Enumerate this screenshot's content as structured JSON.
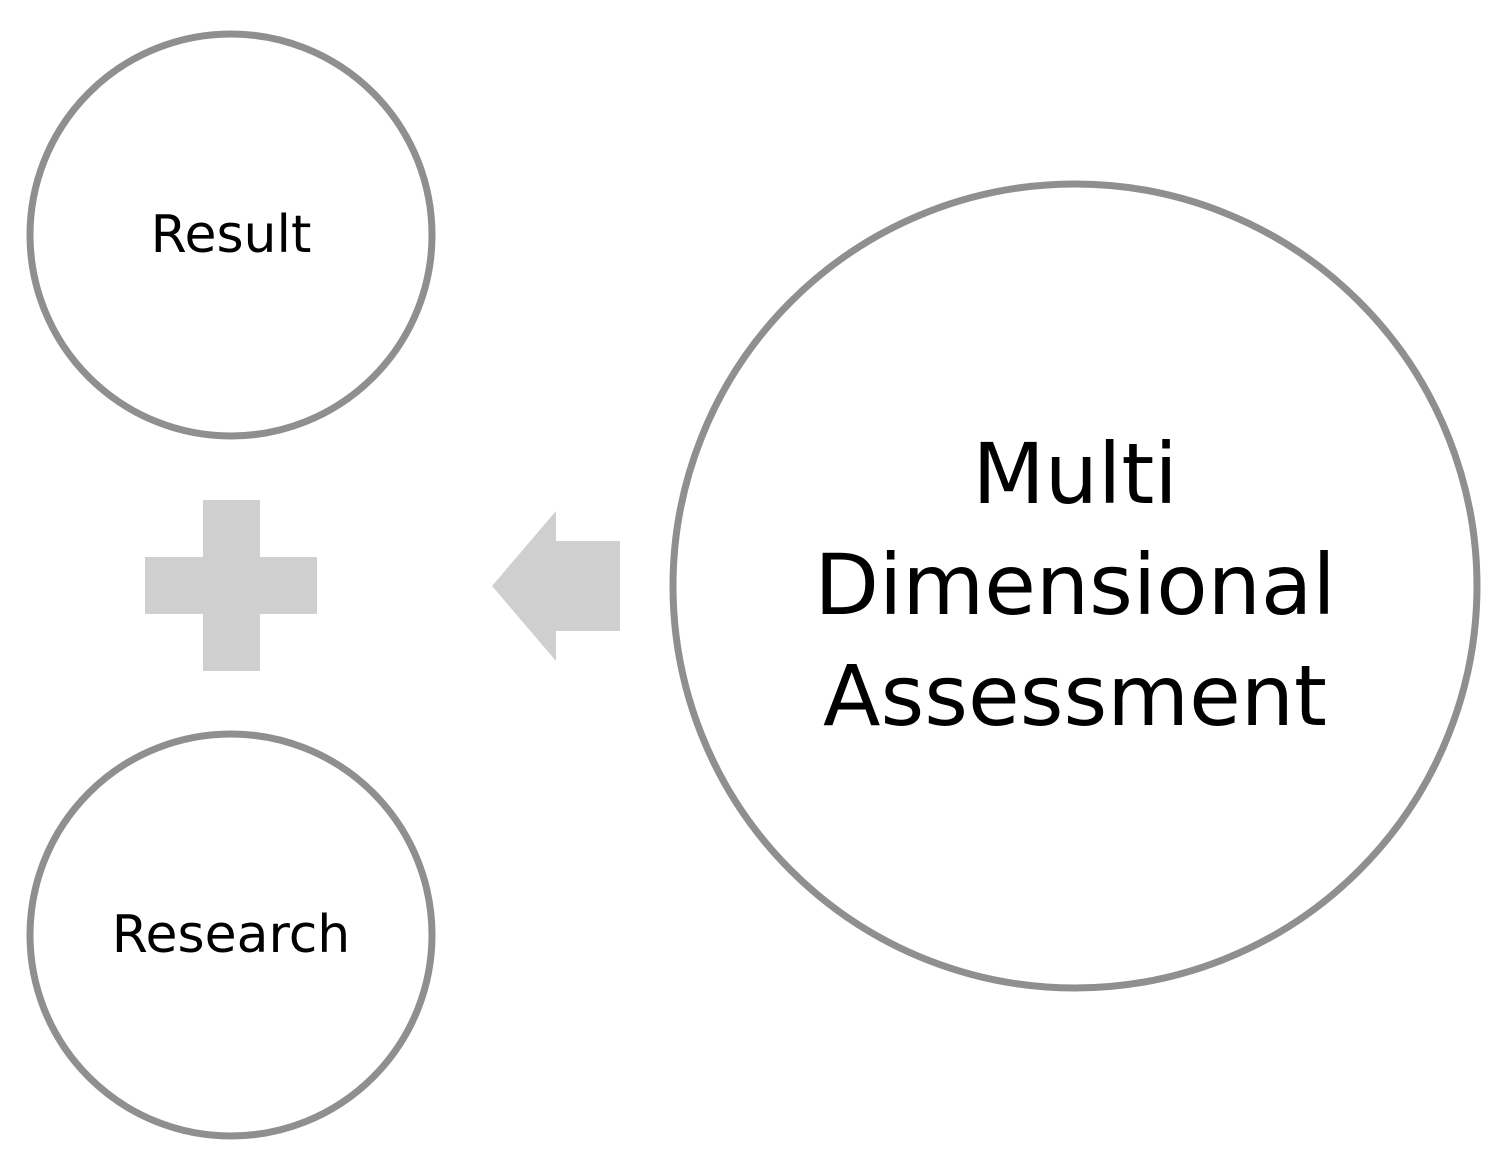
{
  "nodes": {
    "result": {
      "label": "Result"
    },
    "research": {
      "label": "Research"
    },
    "assessment": {
      "lines": [
        "Multi",
        "Dimensional",
        "Assessment"
      ]
    }
  },
  "connectors": {
    "plus_icon": "plus-icon",
    "arrow_icon": "left-arrow-icon"
  },
  "colors": {
    "circle_stroke": "#8f8f8f",
    "shape_fill": "#cfcfcf",
    "text": "#000000",
    "background": "#ffffff"
  }
}
